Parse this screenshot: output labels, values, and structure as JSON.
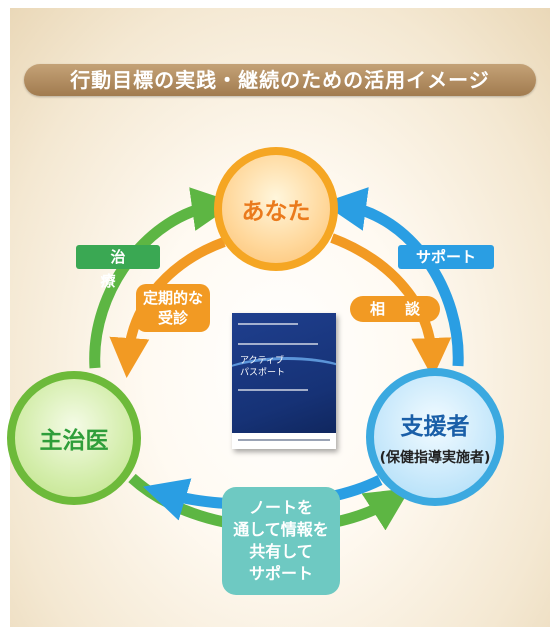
{
  "title": "行動目標の実践・継続のための活用イメージ",
  "nodes": {
    "you": "あなた",
    "doctor": "主治医",
    "supporter": "支援者",
    "supporter_sub": "(保健指導実施者)"
  },
  "labels": {
    "treatment": "治療",
    "support": "サポート",
    "consult": "相談",
    "regular_visit": "定期的な\n受診",
    "share_info": "ノートを\n通して情報を\n共有して\nサポート"
  },
  "booklet": {
    "title": "アクティブ\nパスポート"
  },
  "colors": {
    "title_bar": "#b08a5e",
    "orange": "#f29a23",
    "green": "#5db643",
    "blue": "#2a9ee3",
    "teal": "#6ec9c2"
  }
}
